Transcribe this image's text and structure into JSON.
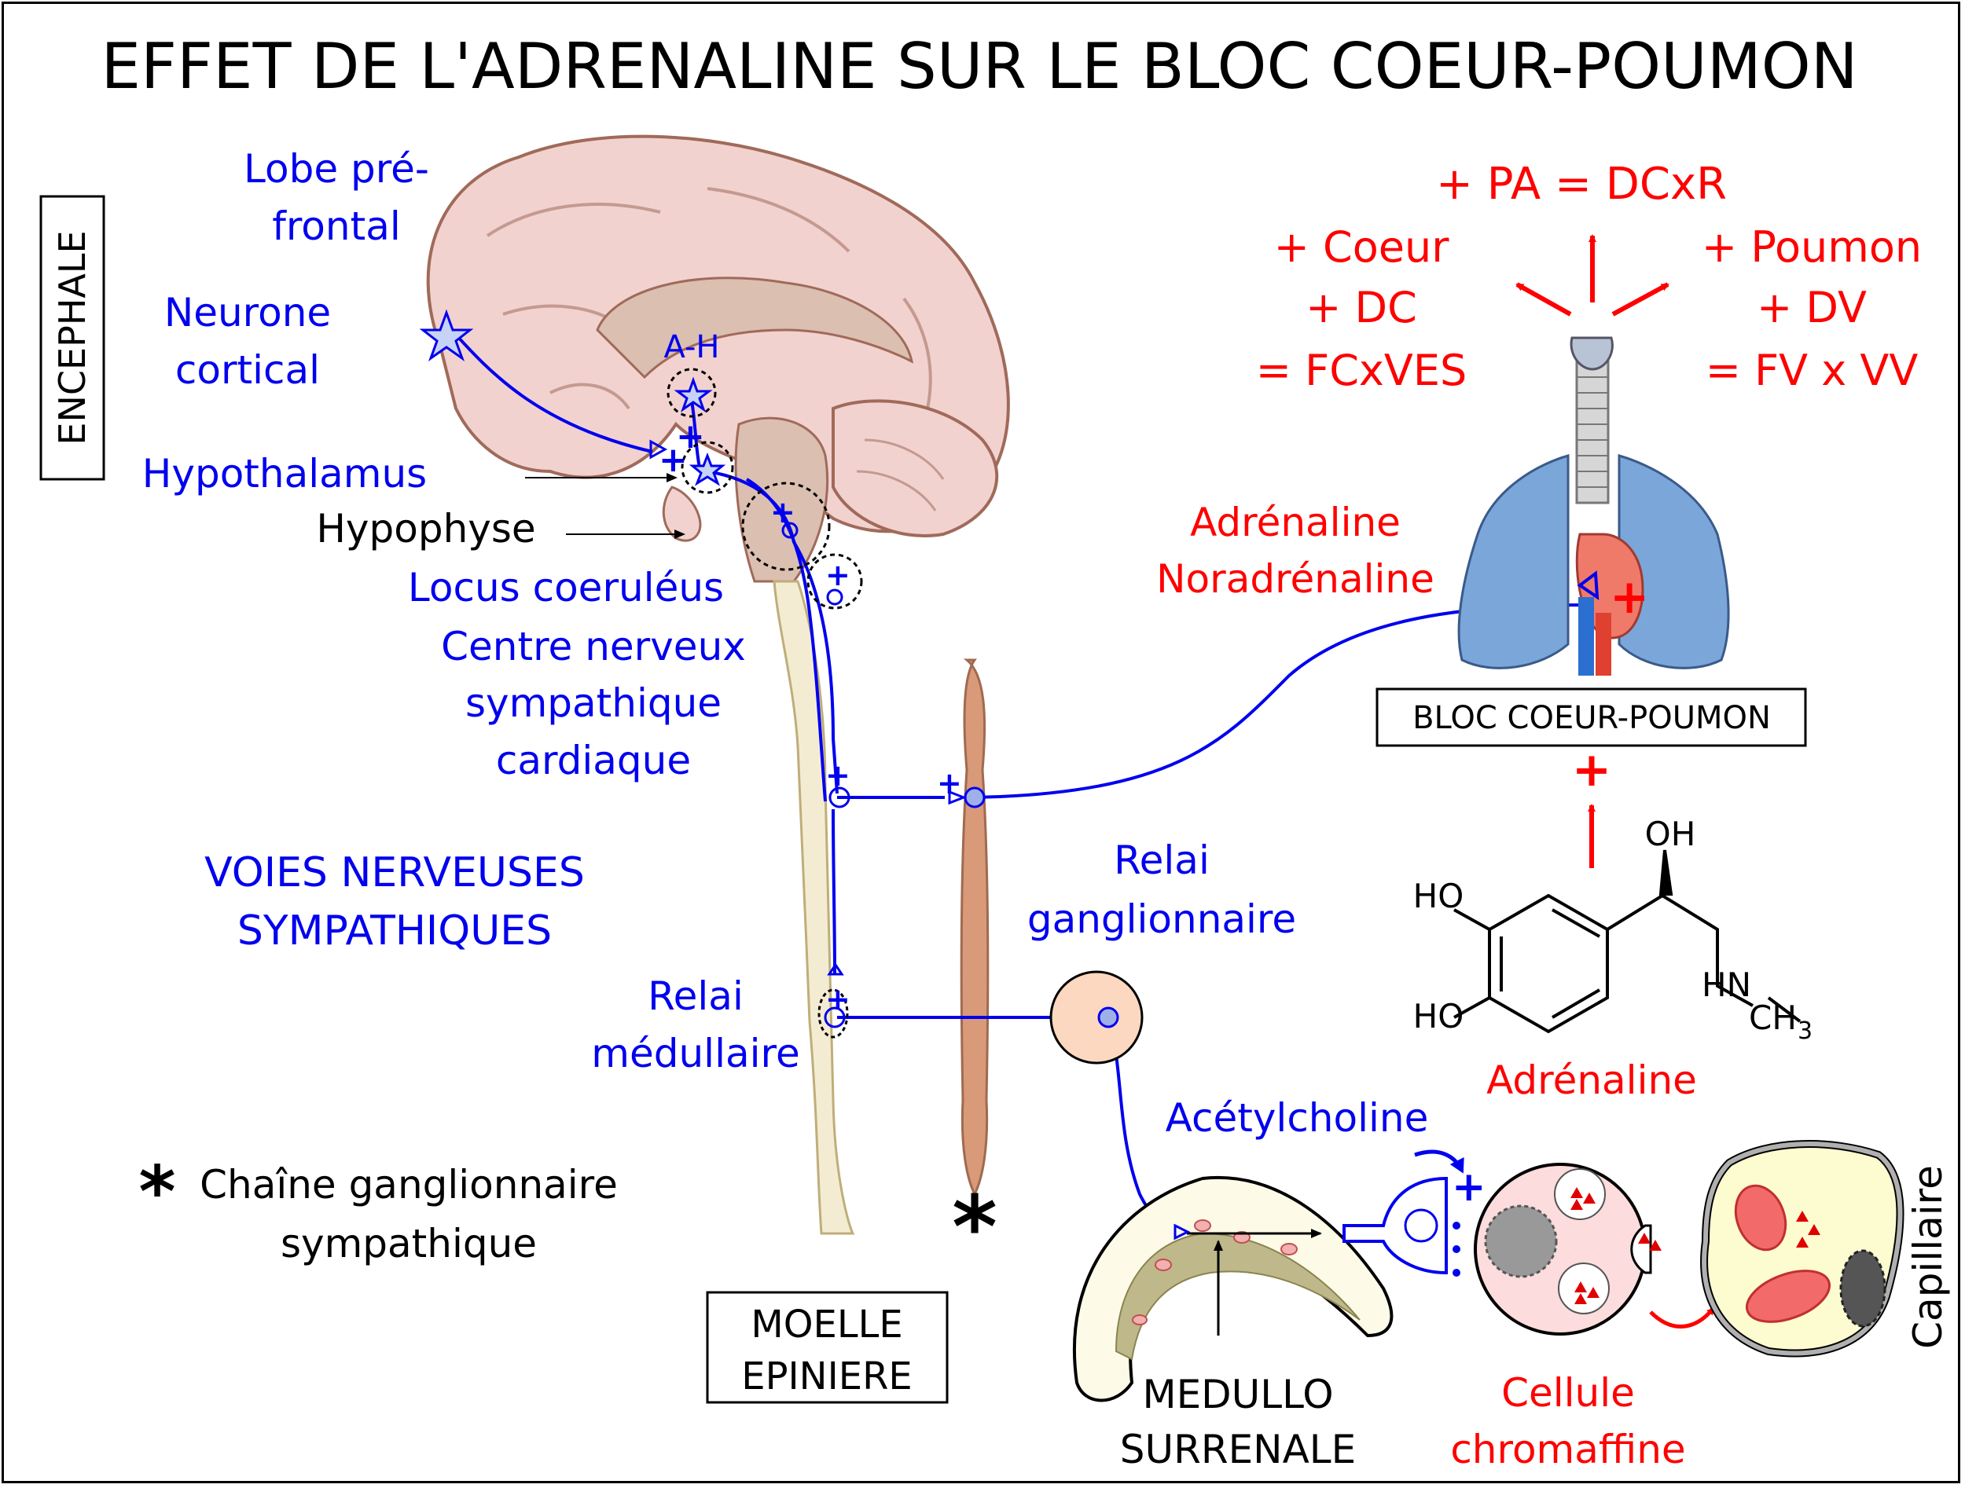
{
  "title": "EFFET DE L'ADRENALINE SUR LE BLOC COEUR-POUMON",
  "colors": {
    "nerve": "#0000ee",
    "effect": "#ff0000",
    "brain": "#f2d2cf",
    "brain_outline": "#a06a5a",
    "inner": "#dbbfb1",
    "cord": "#f4ecd2",
    "chain": "#d89a78",
    "lung": "#7ba6d9",
    "heart": "#f07a6a"
  },
  "labels": {
    "encephale": "ENCEPHALE",
    "lobe_pre": "Lobe pré-",
    "lobe_frontal": "frontal",
    "neurone": "Neurone",
    "cortical": "cortical",
    "ah": "A-H",
    "hypothalamus": "Hypothalamus",
    "hypophyse": "Hypophyse",
    "locus": "Locus coeruléus",
    "centre1": "Centre nerveux",
    "centre2": "sympathique",
    "centre3": "cardiaque",
    "voies1": "VOIES NERVEUSES",
    "voies2": "SYMPATHIQUES",
    "relai_med1": "Relai",
    "relai_med2": "médullaire",
    "relai_gang1": "Relai",
    "relai_gang2": "ganglionnaire",
    "chaine1": "Chaîne ganglionnaire",
    "chaine2": "sympathique",
    "chain_star": "*",
    "moelle1": "MOELLE",
    "moelle2": "EPINIERE",
    "acetyl": "Acétylcholine",
    "medullo1": "MEDULLO",
    "medullo2": "SURRENALE",
    "cellule1": "Cellule",
    "cellule2": "chromaffine",
    "capillaire": "Capillaire",
    "adrenaline_mol": "Adrénaline",
    "adrenaline_bloc": "Adrénaline",
    "noradrenaline": "Noradrénaline",
    "bloc": "BLOC COEUR-POUMON",
    "pa": "+ PA = DCxR",
    "coeur1": "+ Coeur",
    "coeur2": "+ DC",
    "coeur3": "= FCxVES",
    "poumon1": "+ Poumon",
    "poumon2": "+ DV",
    "poumon3": "= FV x VV",
    "plus": "+"
  },
  "molecule": {
    "oh": "OH",
    "ho1": "HO",
    "ho2": "HO",
    "hn": "HN",
    "ch": "CH",
    "sub3": "3"
  }
}
